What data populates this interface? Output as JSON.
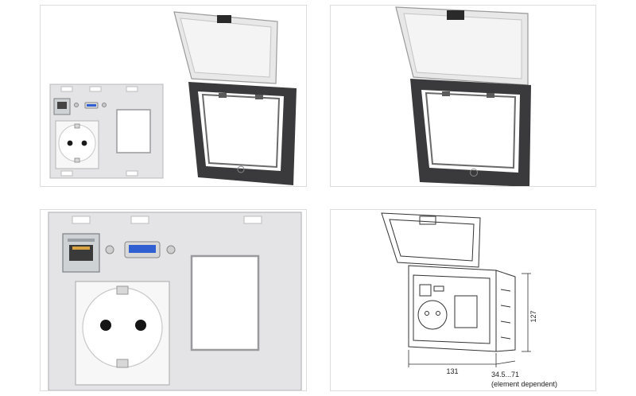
{
  "panels": [
    {
      "name": "module-and-frame-view"
    },
    {
      "name": "frame-with-lid-view"
    },
    {
      "name": "module-closeup-view"
    },
    {
      "name": "dimension-drawing-view"
    }
  ],
  "dimensions": {
    "height": "127",
    "width": "131",
    "depth": "34.5...71",
    "depth_note": "(element dependent)"
  },
  "colors": {
    "frame_dark": "#3a3a3c",
    "lid_light": "#e8e8e8",
    "plate_grey": "#e4e4e6",
    "socket_white": "#f7f7f7",
    "usb_blue": "#2f5fd0"
  }
}
